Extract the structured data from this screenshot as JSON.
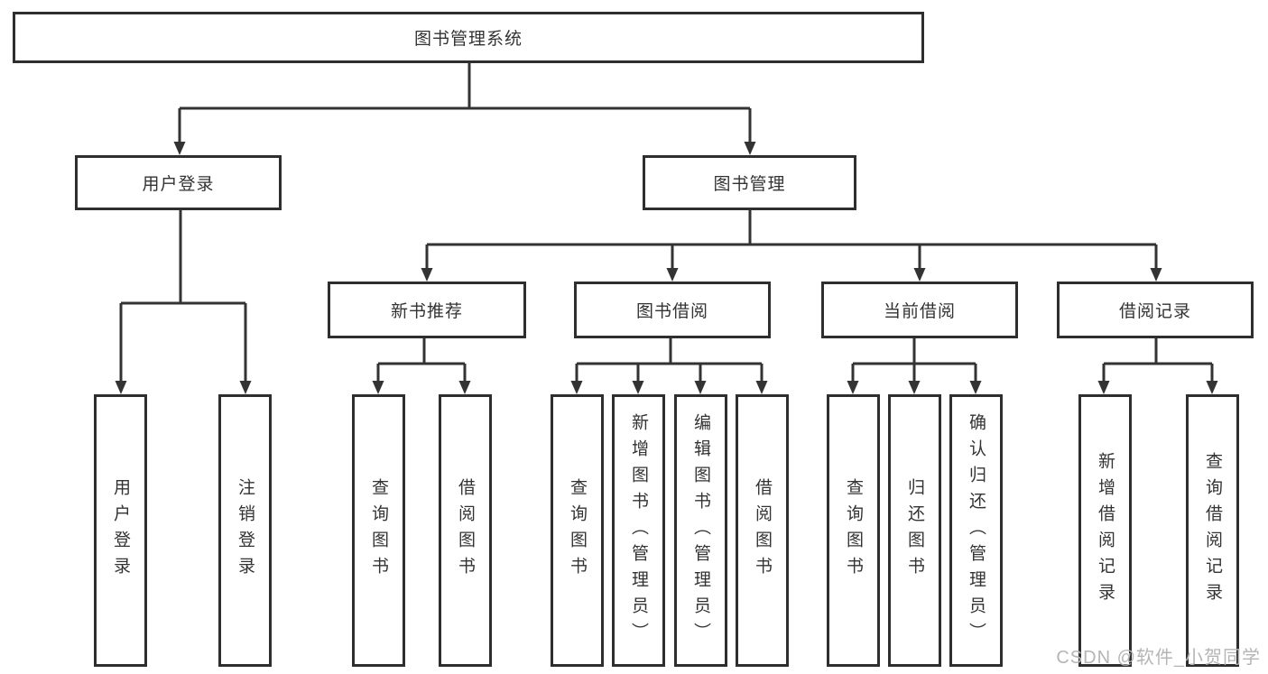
{
  "tree": {
    "root": "图书管理系统",
    "children": [
      {
        "label": "用户登录",
        "children": [
          "用户登录",
          "注销登录"
        ]
      },
      {
        "label": "图书管理",
        "children": [
          {
            "label": "新书推荐",
            "children": [
              "查询图书",
              "借阅图书"
            ]
          },
          {
            "label": "图书借阅",
            "children": [
              "查询图书",
              "新增图书（管理员）",
              "编辑图书（管理员）",
              "借阅图书"
            ]
          },
          {
            "label": "当前借阅",
            "children": [
              "查询图书",
              "归还图书",
              "确认归还（管理员）"
            ]
          },
          {
            "label": "借阅记录",
            "children": [
              "新增借阅记录",
              "查询借阅记录"
            ]
          }
        ]
      }
    ]
  },
  "watermark": "CSDN @软件_小贺同学",
  "colors": {
    "line": "#333333",
    "box_border": "#2e2e2e",
    "text": "#333333",
    "watermark": "#b5b5b5",
    "background": "#ffffff"
  }
}
